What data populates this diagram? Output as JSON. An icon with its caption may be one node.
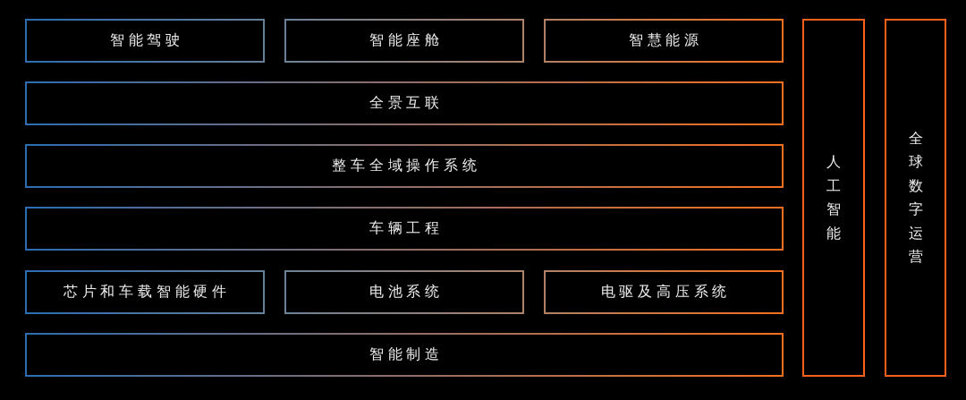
{
  "diagram": {
    "nodes": [
      {
        "text": [
          "智能驾驶"
        ]
      },
      {
        "text": [
          "智能座舱"
        ]
      },
      {
        "text": [
          "智慧能源"
        ]
      },
      {
        "text": [
          "人工智能"
        ]
      },
      {
        "text": [
          "全球数字运营"
        ]
      },
      {
        "text": [
          "全景互联"
        ]
      },
      {
        "text": [
          "整车全域操作系统"
        ]
      },
      {
        "text": [
          "车辆工程"
        ]
      },
      {
        "text": [
          "芯片和车载智能硬件"
        ]
      },
      {
        "text": [
          "电池系统"
        ]
      },
      {
        "text": [
          "电驱及高压系统"
        ]
      },
      {
        "text": [
          "智能制造"
        ]
      }
    ]
  }
}
